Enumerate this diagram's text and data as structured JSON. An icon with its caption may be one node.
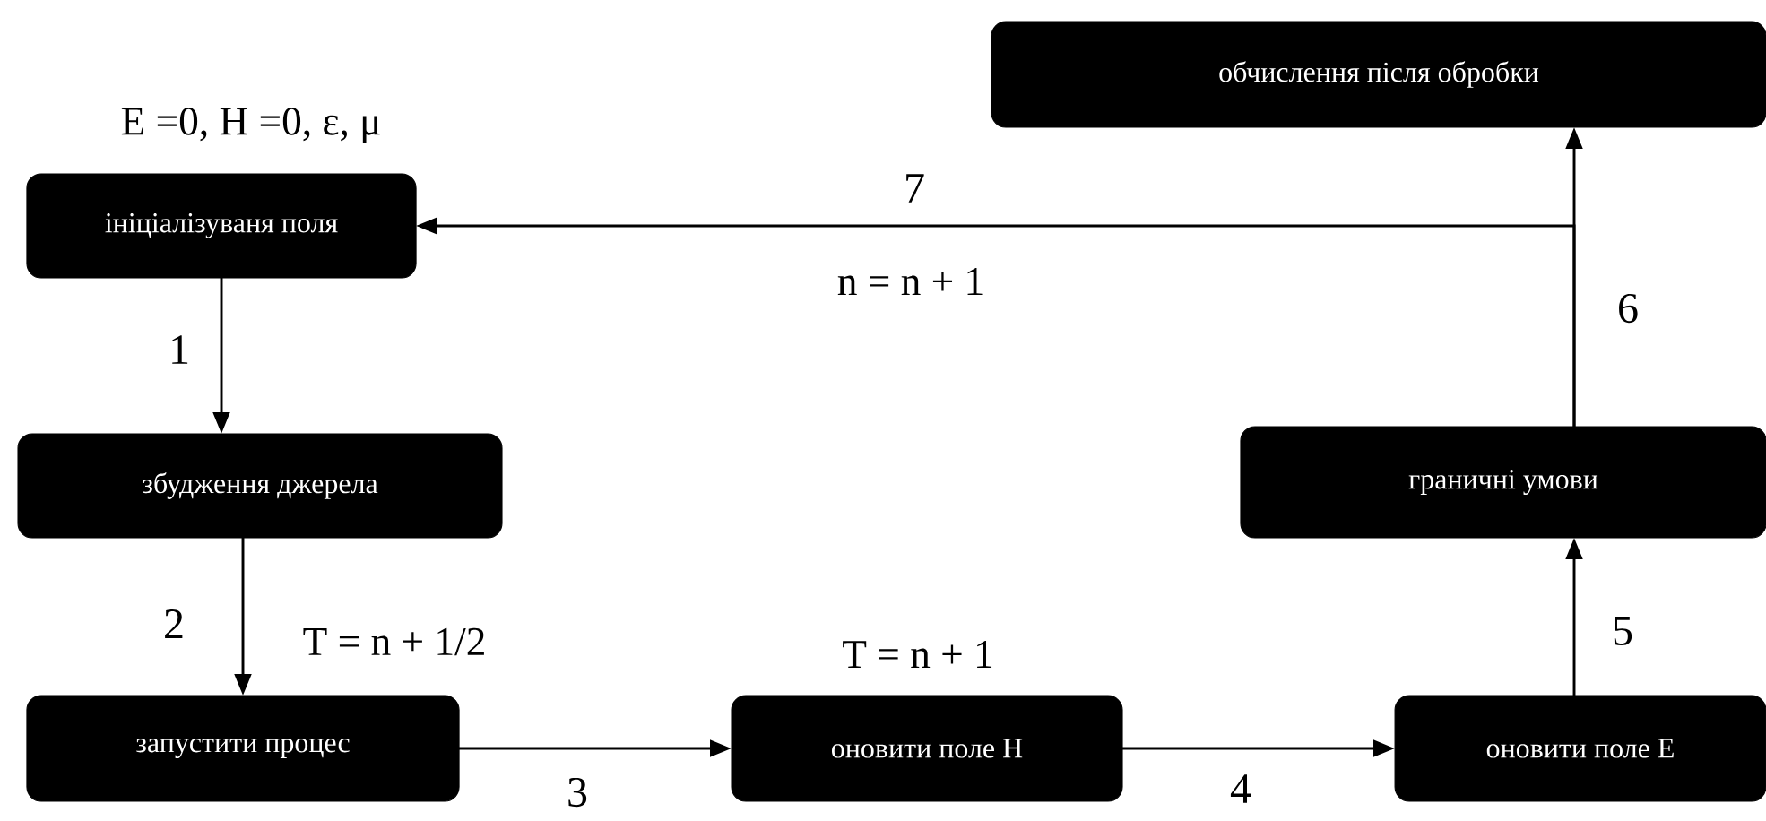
{
  "diagram": {
    "nodes": [
      {
        "text": [
          "ініціалізуваня поля"
        ]
      },
      {
        "text": [
          "збудження джерела"
        ]
      },
      {
        "text": [
          "запустити процес"
        ]
      },
      {
        "text": [
          "оновити поле H"
        ]
      },
      {
        "text": [
          "оновити поле E"
        ]
      },
      {
        "text": [
          "граничні умови"
        ]
      },
      {
        "text": [
          "обчислення після обробки"
        ]
      }
    ],
    "edges": [
      {
        "from": 0,
        "to": 1,
        "arrow": "to",
        "label": "1"
      },
      {
        "from": 1,
        "to": 2,
        "arrow": "to",
        "label": "2"
      },
      {
        "from": 2,
        "to": 3,
        "arrow": "to",
        "label": "3"
      },
      {
        "from": 3,
        "to": 4,
        "arrow": "to",
        "label": "4"
      },
      {
        "from": 4,
        "to": 5,
        "arrow": "to",
        "label": "5"
      },
      {
        "from": 5,
        "to": 6,
        "arrow": "to",
        "label": "6"
      },
      {
        "from": 5,
        "to": 0,
        "arrow": "to",
        "label": "7"
      }
    ],
    "labels": [
      "E =0, H =0, ε, μ",
      "n = n + 1",
      "T = n + 1/2",
      "T = n + 1"
    ]
  }
}
